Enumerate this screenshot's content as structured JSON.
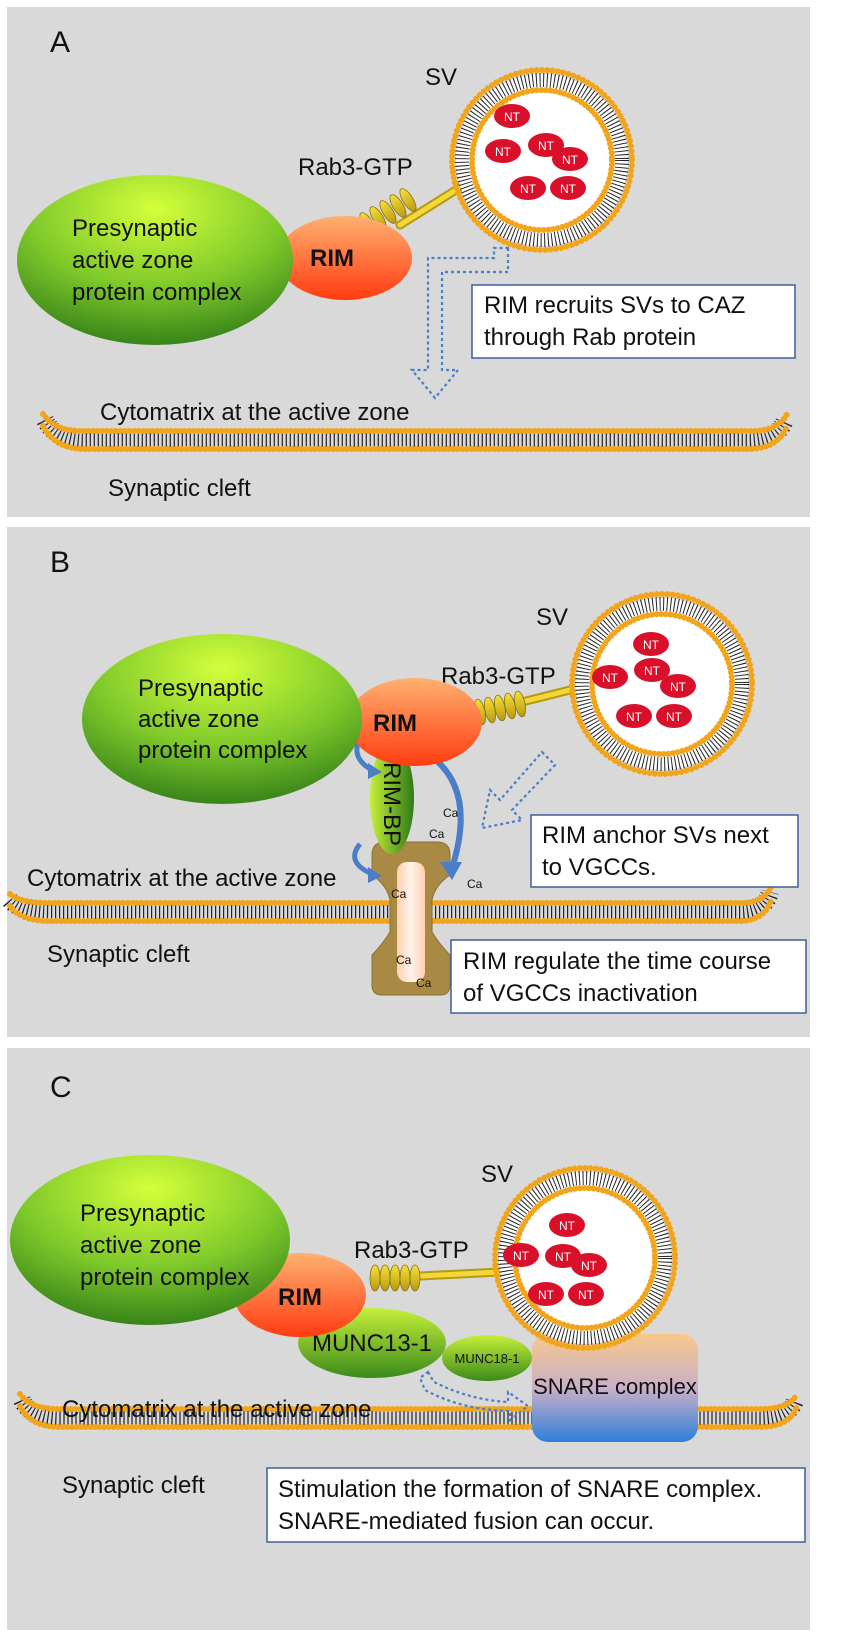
{
  "panels": [
    {
      "letter": "A",
      "sv": "SV",
      "rab3": "Rab3-GTP",
      "complex": [
        "Presynaptic",
        "active zone",
        "protein complex"
      ],
      "rim": "RIM",
      "nt": "NT",
      "caz": "Cytomatrix at the active zone",
      "cleft": "Synaptic cleft",
      "box": [
        "RIM recruits SVs to CAZ",
        "through Rab protein"
      ]
    },
    {
      "letter": "B",
      "sv": "SV",
      "rab3": "Rab3-GTP",
      "complex": [
        "Presynaptic",
        "active zone",
        "protein complex"
      ],
      "rim": "RIM",
      "rimbp": "RIM-BP",
      "nt": "NT",
      "ca": "Ca",
      "caz": "Cytomatrix at the active zone",
      "cleft": "Synaptic cleft",
      "box1": [
        "RIM anchor SVs next",
        "to VGCCs."
      ],
      "box2": [
        "RIM regulate the time course",
        "of VGCCs inactivation"
      ]
    },
    {
      "letter": "C",
      "sv": "SV",
      "rab3": "Rab3-GTP",
      "complex": [
        "Presynaptic",
        "active zone",
        "protein complex"
      ],
      "rim": "RIM",
      "munc13": "MUNC13-1",
      "munc18": "MUNC18-1",
      "snare": "SNARE complex",
      "nt": "NT",
      "caz": "Cytomatrix at the active zone",
      "cleft": "Synaptic cleft",
      "box": [
        "Stimulation the formation of SNARE complex.",
        "SNARE-mediated fusion can occur."
      ]
    }
  ],
  "colors": {
    "panel_bg": "#d9d9d9",
    "complex_light": "#c6f03a",
    "complex_dark": "#2e7a17",
    "rim_light": "#ff9a5c",
    "rim_dark": "#ff4a10",
    "nt_fill": "#d8102a",
    "lipid_head": "#f2a51a",
    "box_border": "#3d5f9c",
    "snare_top": "#f8c88a",
    "snare_bottom": "#2e7fd8",
    "arrow_blue": "#4a7ec8"
  }
}
